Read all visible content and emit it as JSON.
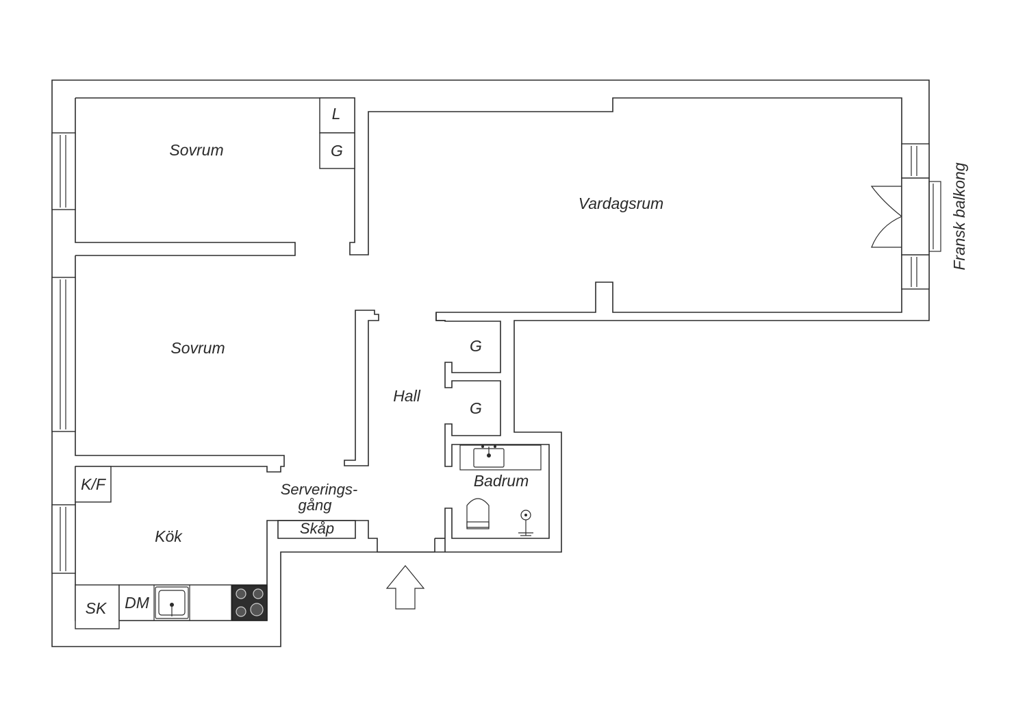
{
  "rooms": {
    "sovrum_upper": "Sovrum",
    "sovrum_lower": "Sovrum",
    "vardagsrum": "Vardagsrum",
    "hall": "Hall",
    "badrum": "Badrum",
    "kok": "Kök",
    "serveringsgang_1": "Serverings-",
    "serveringsgang_2": "gång"
  },
  "fixtures": {
    "closet_l": "L",
    "closet_g_bedroom": "G",
    "closet_g_hall_1": "G",
    "closet_g_hall_2": "G",
    "kf": "K/F",
    "sk": "SK",
    "dm": "DM",
    "skap": "Skåp"
  },
  "annotations": {
    "balcony": "Fransk balkong"
  },
  "icons": {
    "entrance": "entrance-arrow-icon",
    "sink": "sink-icon",
    "toilet": "toilet-icon",
    "shower": "shower-icon",
    "stove": "stove-icon",
    "washbasin": "washbasin-icon"
  },
  "colors": {
    "line": "#2b2b2b",
    "text": "#2a2a2a",
    "hob": "#2e2e2e"
  }
}
